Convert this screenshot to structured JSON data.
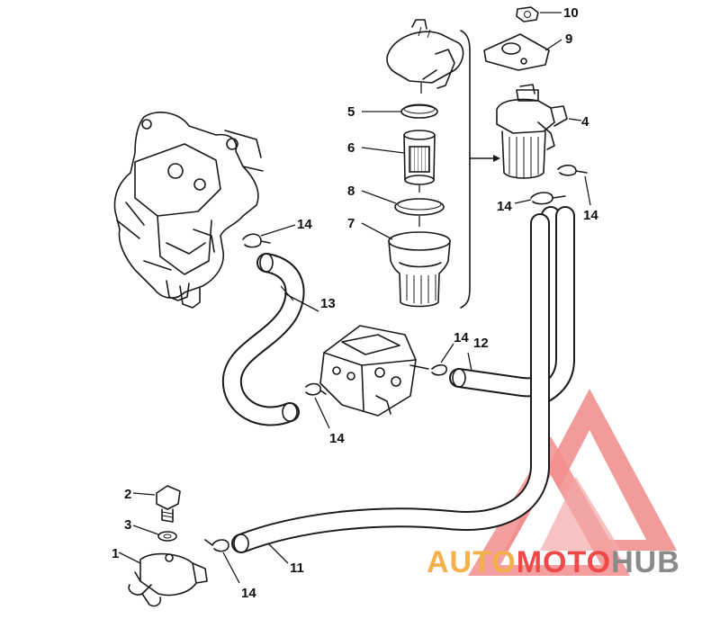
{
  "callouts": [
    {
      "id": "c1",
      "text": "1"
    },
    {
      "id": "c2",
      "text": "2"
    },
    {
      "id": "c3",
      "text": "3"
    },
    {
      "id": "c4",
      "text": "4"
    },
    {
      "id": "c5",
      "text": "5"
    },
    {
      "id": "c6",
      "text": "6"
    },
    {
      "id": "c7",
      "text": "7"
    },
    {
      "id": "c8",
      "text": "8"
    },
    {
      "id": "c9",
      "text": "9"
    },
    {
      "id": "c10",
      "text": "10"
    },
    {
      "id": "c11",
      "text": "11"
    },
    {
      "id": "c12",
      "text": "12"
    },
    {
      "id": "c13",
      "text": "13"
    },
    {
      "id": "c14a",
      "text": "14"
    },
    {
      "id": "c14b",
      "text": "14"
    },
    {
      "id": "c14c",
      "text": "14"
    },
    {
      "id": "c14d",
      "text": "14"
    },
    {
      "id": "c14e",
      "text": "14"
    },
    {
      "id": "c14f",
      "text": "14"
    }
  ],
  "watermark": {
    "part1": "AUTO",
    "part2": "MOTO",
    "part3": "HUB",
    "color_light": "#f4b04a",
    "color_red": "#ee4a4a",
    "color_dark": "#8a8a8a"
  }
}
